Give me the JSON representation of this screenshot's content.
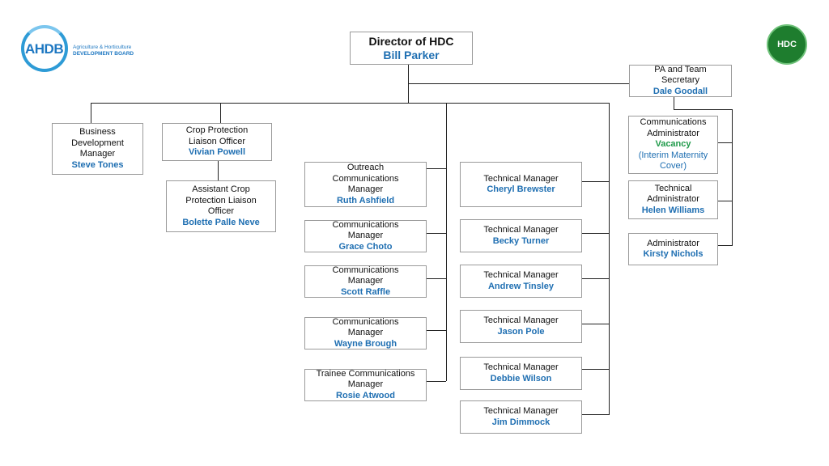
{
  "logos": {
    "ahdb_mark": "AHDB",
    "ahdb_line1": "Agriculture & Horticulture",
    "ahdb_line2": "DEVELOPMENT BOARD",
    "hdc_mark": "HDC"
  },
  "colors": {
    "name_blue": "#1f6fb2",
    "vacancy_green": "#1f9a4a",
    "line": "#222222",
    "box_border": "#9a9a9a"
  },
  "director": {
    "title": "Director of HDC",
    "name": "Bill Parker"
  },
  "pa": {
    "title_line1": "PA and Team",
    "title_line2": "Secretary",
    "name": "Dale Goodall"
  },
  "bdm": {
    "line1": "Business",
    "line2": "Development",
    "line3": "Manager",
    "name": "Steve Tones"
  },
  "cpl": {
    "line1": "Crop Protection",
    "line2": "Liaison Officer",
    "name": "Vivian Powell"
  },
  "acpl": {
    "line1": "Assistant Crop",
    "line2": "Protection Liaison",
    "line3": "Officer",
    "name": "Bolette Palle Neve"
  },
  "comms": [
    {
      "line1": "Outreach",
      "line2": "Communications",
      "line3": "Manager",
      "name": "Ruth Ashfield"
    },
    {
      "line1": "Communications",
      "line2": "Manager",
      "name": "Grace Choto"
    },
    {
      "line1": "Communications",
      "line2": "Manager",
      "name": "Scott Raffle"
    },
    {
      "line1": "Communications",
      "line2": "Manager",
      "name": "Wayne Brough"
    },
    {
      "line1": "Trainee Communications",
      "line2": "Manager",
      "name": "Rosie Atwood"
    }
  ],
  "tech": [
    {
      "title": "Technical Manager",
      "name": "Cheryl Brewster"
    },
    {
      "title": "Technical Manager",
      "name": "Becky Turner"
    },
    {
      "title": "Technical Manager",
      "name": "Andrew Tinsley"
    },
    {
      "title": "Technical Manager",
      "name": "Jason Pole"
    },
    {
      "title": "Technical Manager",
      "name": "Debbie Wilson"
    },
    {
      "title": "Technical Manager",
      "name": "Jim Dimmock"
    }
  ],
  "admin": [
    {
      "line1": "Communications",
      "line2": "Administrator",
      "status": "Vacancy",
      "note1": "(Interim Maternity",
      "note2": "Cover)"
    },
    {
      "line1": "Technical",
      "line2": "Administrator",
      "name": "Helen Williams"
    },
    {
      "line1": "Administrator",
      "name": "Kirsty Nichols"
    }
  ]
}
